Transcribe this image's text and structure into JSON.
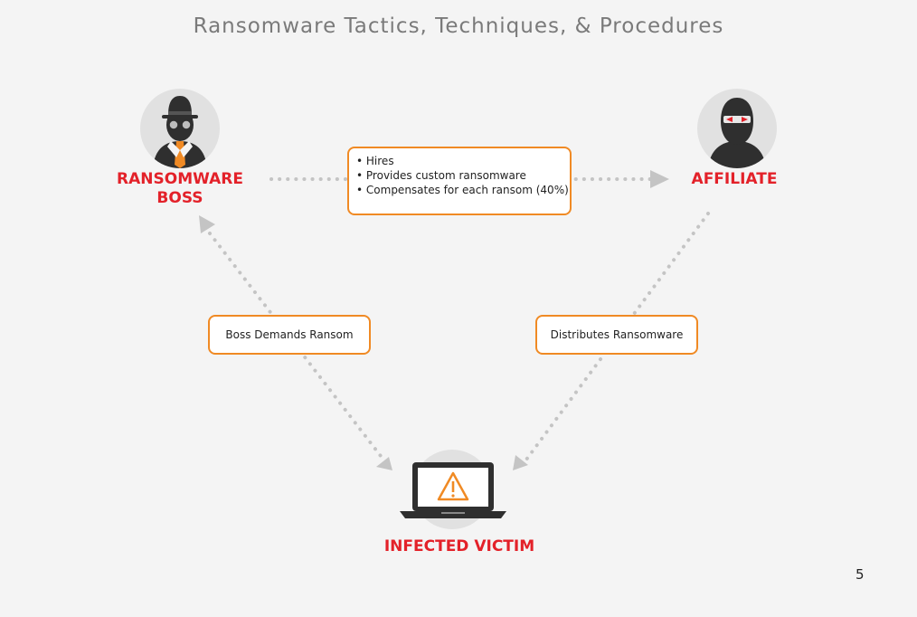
{
  "title": "Ransomware Tactics, Techniques, & Procedures",
  "nodes": {
    "boss": {
      "label_line1": "RANSOMWARE",
      "label_line2": "BOSS",
      "icon": "hat-spy-icon"
    },
    "affiliate": {
      "label": "AFFILIATE",
      "icon": "masked-hacker-icon"
    },
    "victim": {
      "label": "INFECTED VICTIM",
      "icon": "laptop-warning-icon"
    }
  },
  "edges": {
    "boss_affiliate": {
      "items": [
        "Hires",
        "Provides custom ransomware",
        "Compensates for each ransom (40%)"
      ]
    },
    "boss_victim": {
      "label": "Boss Demands Ransom"
    },
    "affiliate_victim": {
      "label": "Distributes Ransomware"
    }
  },
  "colors": {
    "accent": "#e32129",
    "callout_border": "#f08a24",
    "arrow": "#c4c4c4",
    "warning": "#f08a24"
  },
  "page_number": "5"
}
